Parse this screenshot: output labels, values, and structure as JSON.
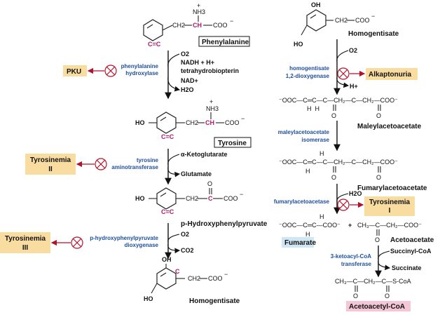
{
  "left": {
    "phenylalanine": {
      "name": "Phenylalanine",
      "nh3": "NH3",
      "ch2": "CH2",
      "ch": "CH",
      "coo": "COO",
      "plus": "+",
      "minus": "−"
    },
    "step1": {
      "enzyme_line1": "phenylalanine",
      "enzyme_line2": "hydroxylase",
      "disease": "PKU",
      "in1": "O2",
      "in2": "NADH + H+",
      "in3": "tetrahydrobiopterin",
      "out1": "NAD+",
      "out2": "H2O"
    },
    "tyrosine": {
      "name": "Tyrosine",
      "ho": "HO",
      "nh3": "NH3",
      "ch2": "CH2",
      "ch": "CH",
      "coo": "COO"
    },
    "step2": {
      "enzyme_line1": "tyrosine",
      "enzyme_line2": "aminotransferase",
      "disease_line1": "Tyrosinemia",
      "disease_line2": "II",
      "in1": "α-Ketoglutarate",
      "out1": "Glutamate"
    },
    "hppyruvate": {
      "name": "p-Hydroxyphenylpyruvate",
      "ho": "HO",
      "ch2": "CH2",
      "c": "C",
      "o": "O",
      "coo": "COO"
    },
    "step3": {
      "enzyme_line1": "p-hydroxyphenylpyruvate",
      "enzyme_line2": "dioxygenase",
      "disease_line1": "Tyrosinemia",
      "disease_line2": "III",
      "in1": "O2",
      "out1": "CO2"
    },
    "homogentisate": {
      "name": "Homogentisate",
      "oh": "OH",
      "ho": "HO",
      "ch2": "CH2",
      "coo": "COO"
    }
  },
  "right": {
    "homogentisate": {
      "name": "Homogentisate",
      "oh": "OH",
      "ho": "HO",
      "ch2": "CH2",
      "coo": "COO"
    },
    "step4": {
      "enzyme_line1": "homogentisate",
      "enzyme_line2": "1,2-dioxygenase",
      "disease": "Alkaptonuria",
      "in1": "O2",
      "out1": "H+"
    },
    "maleylacetoacetate": {
      "name": "Maleylacetoacetate",
      "formula": "⁻OOC—C═C—C—CH₂—C—CH₂—COO⁻"
    },
    "step5": {
      "enzyme_line1": "maleylacetoacetate",
      "enzyme_line2": "isomerase"
    },
    "fumarylacetoacetate": {
      "name": "Fumarylacetoacetate",
      "formula": "⁻OOC—C═C—C—CH₂—C—CH₂—COO⁻"
    },
    "step6": {
      "enzyme": "fumarylacetoacetase",
      "disease_line1": "Tyrosinemia",
      "disease_line2": "I",
      "in1": "H2O"
    },
    "fumarate": {
      "name": "Fumarate"
    },
    "acetoacetate": {
      "name": "Acetoacetate",
      "plus": "+"
    },
    "step7": {
      "enzyme_line1": "3-ketoacyl-CoA",
      "enzyme_line2": "transferase",
      "in1": "Succinyl-CoA",
      "out1": "Succinate"
    },
    "acetoacetylcoa": {
      "name": "Acetoacetyl-CoA"
    }
  },
  "colors": {
    "disease_box": "#f8dca0",
    "fumarate_box": "#cfe6f5",
    "acetoacetyl_box": "#f4c6d6",
    "inhibit": "#b3122b",
    "enzyme_text": "#1f4e9c",
    "atom_highlight": "#b0186b"
  }
}
